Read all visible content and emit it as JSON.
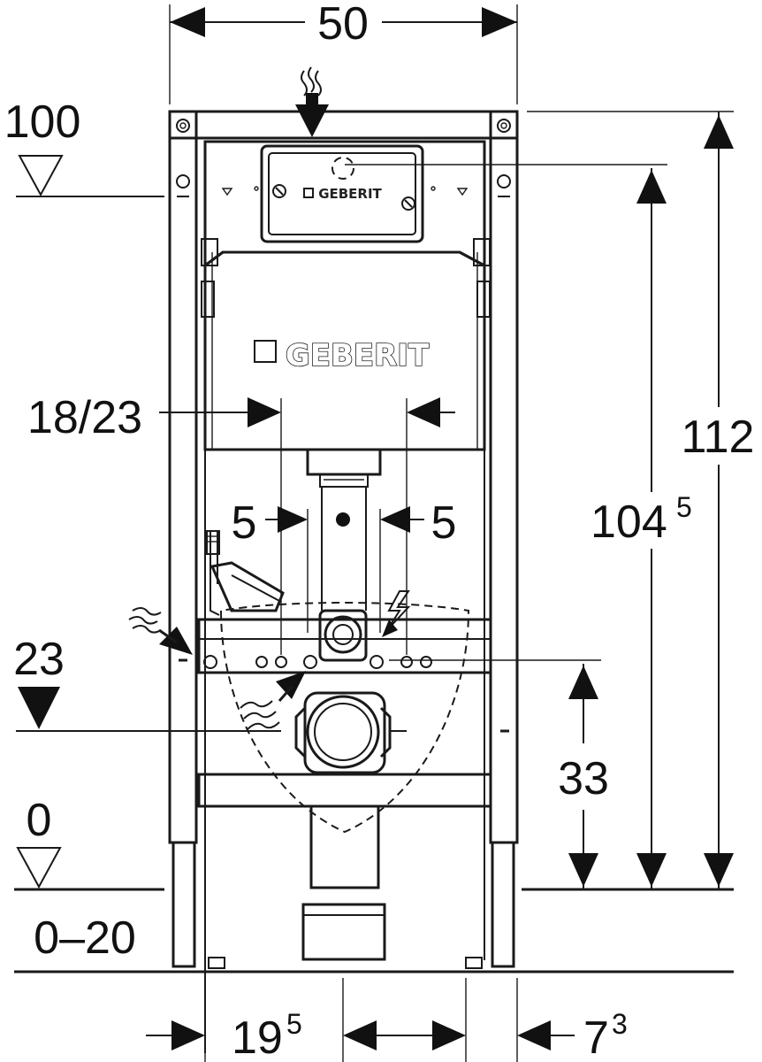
{
  "brand": {
    "logo_text": "GEBERIT",
    "plate_logo_text": "GEBERIT"
  },
  "dimensions": {
    "width_top": "50",
    "level_upper": "100",
    "height_total": "112",
    "height_cistern_base": "104",
    "height_cistern_sup": "5",
    "cistern_outlet_spacing": "18/23",
    "pipe_offset_left": "5",
    "pipe_offset_right": "5",
    "level_supply": "23",
    "height_drain": "33",
    "level_floor": "0",
    "floor_adjust": "0–20",
    "bottom_left_base": "19",
    "bottom_left_sup": "5",
    "bottom_right_base": "7",
    "bottom_right_sup": "3"
  },
  "icons": {
    "water_inlet": "water-inlet-wavy-arrow-icon",
    "water_supply_side": "water-supply-wavy-arrow-icon",
    "drain_flow": "drain-wavy-arrow-icon",
    "electric": "lightning-power-icon",
    "level_marker": "level-triangle-icon"
  }
}
